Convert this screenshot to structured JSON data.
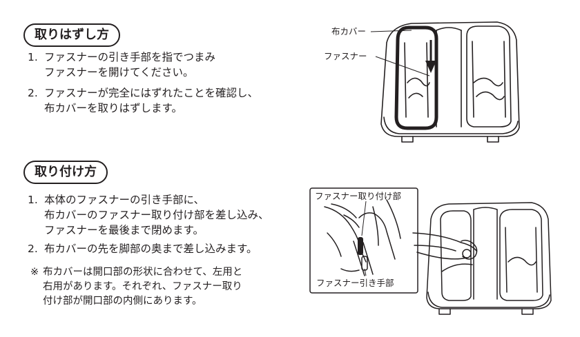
{
  "removal": {
    "title": "取りはずし方",
    "steps": [
      {
        "num": "1.",
        "lines": [
          "ファスナーの引き手部を指でつまみ",
          "ファスナーを開けてください。"
        ]
      },
      {
        "num": "2.",
        "lines": [
          "ファスナーが完全にはずれたことを確認し、",
          "布カバーを取りはずします。"
        ]
      }
    ],
    "labels": {
      "cover": "布カバー",
      "zipper": "ファスナー"
    }
  },
  "attach": {
    "title": "取り付け方",
    "steps": [
      {
        "num": "1.",
        "lines": [
          "本体のファスナーの引き手部に、",
          "布カバーのファスナー取り付け部を差し込み、",
          "ファスナーを最後まで閉めます。"
        ]
      },
      {
        "num": "2.",
        "lines": [
          "布カバーの先を脚部の奥まで差し込みます。"
        ]
      }
    ],
    "note": {
      "mark": "※",
      "lines": [
        "布カバーは開口部の形状に合わせて、左用と",
        "右用があります。それぞれ、ファスナー取り",
        "付け部が開口部の内側にあります。"
      ]
    },
    "labels": {
      "attach_part": "ファスナー取り付け部",
      "pull": "ファスナー引き手部"
    }
  }
}
